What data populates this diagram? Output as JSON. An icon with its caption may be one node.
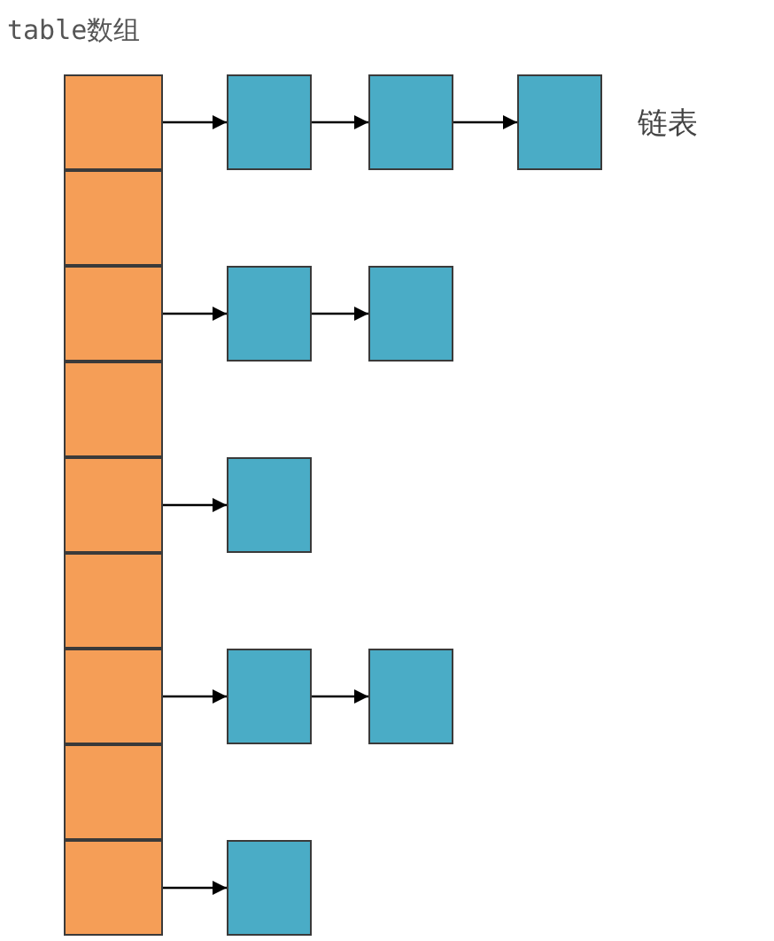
{
  "diagram": {
    "nodes": [
      {
        "text": [
          "table数组"
        ]
      },
      {
        "text": [],
        "shape": "box",
        "in": 0
      },
      {
        "text": [],
        "shape": "box",
        "in": 0
      },
      {
        "text": [],
        "shape": "box",
        "in": 0
      },
      {
        "text": [],
        "shape": "box",
        "in": 0
      },
      {
        "text": [],
        "shape": "box",
        "in": 0
      },
      {
        "text": [],
        "shape": "box",
        "in": 0
      },
      {
        "text": [],
        "shape": "box",
        "in": 0
      },
      {
        "text": [],
        "shape": "box",
        "in": 0
      },
      {
        "text": [],
        "shape": "box",
        "in": 0
      },
      {
        "text": [],
        "shape": "box"
      },
      {
        "text": [],
        "shape": "box"
      },
      {
        "text": [],
        "shape": "box"
      },
      {
        "text": [],
        "shape": "box"
      },
      {
        "text": [],
        "shape": "box"
      },
      {
        "text": [],
        "shape": "box"
      },
      {
        "text": [],
        "shape": "box"
      },
      {
        "text": [],
        "shape": "box"
      },
      {
        "text": [],
        "shape": "box"
      }
    ],
    "edges": [
      {
        "from": 1,
        "to": 10,
        "arrow": "to"
      },
      {
        "from": 10,
        "to": 11,
        "arrow": "to"
      },
      {
        "from": 11,
        "to": 12,
        "arrow": "to"
      },
      {
        "from": 3,
        "to": 13,
        "arrow": "to"
      },
      {
        "from": 13,
        "to": 14,
        "arrow": "to"
      },
      {
        "from": 5,
        "to": 15,
        "arrow": "to"
      },
      {
        "from": 7,
        "to": 16,
        "arrow": "to"
      },
      {
        "from": 16,
        "to": 17,
        "arrow": "to"
      },
      {
        "from": 9,
        "to": 18,
        "arrow": "to"
      }
    ],
    "labels": [
      "链表"
    ]
  }
}
